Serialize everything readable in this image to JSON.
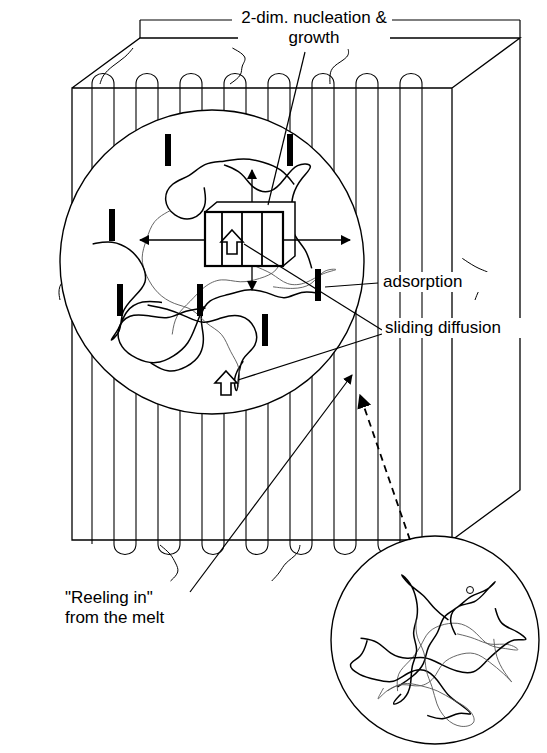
{
  "diagram": {
    "labels": [
      "2-dim. nucleation & growth",
      "adsorption",
      "sliding diffusion",
      "\"Reeling in\" from the melt"
    ]
  }
}
